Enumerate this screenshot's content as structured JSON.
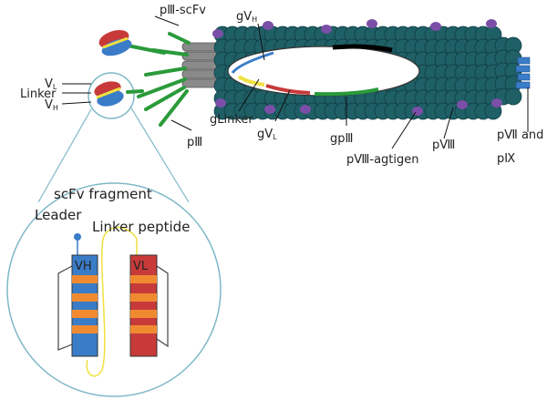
{
  "labels": {
    "piii_scfv": "pⅢ-scFv",
    "vl": "V",
    "vl_sub": "L",
    "linker": "Linker",
    "vh": "V",
    "vh_sub": "H",
    "gvh": "gV",
    "gvh_sub": "H",
    "glinker": "gLinker",
    "gvl": "gV",
    "gvl_sub": "L",
    "piii": "pⅢ",
    "gpiii": "gpⅢ",
    "pviii_agtigen": "pⅧ-agtigen",
    "pviii": "pⅧ",
    "pvii_and": "pⅦ and",
    "pix": "pⅨ",
    "scfv_fragment": "scFv fragment",
    "leader": "Leader",
    "linker_peptide": "Linker peptide",
    "vh_box": "VH",
    "vl_box": "VL"
  },
  "colors": {
    "coat": "#1f5f66",
    "coat_outline": "#0f3a40",
    "purple": "#7b4fa8",
    "green": "#2a9a3a",
    "blue": "#3a7cc8",
    "red": "#c83a3a",
    "yellow": "#f0e040",
    "orange": "#f08a30",
    "gray": "#8a8a8a",
    "teal_line": "#7fb8c8"
  }
}
